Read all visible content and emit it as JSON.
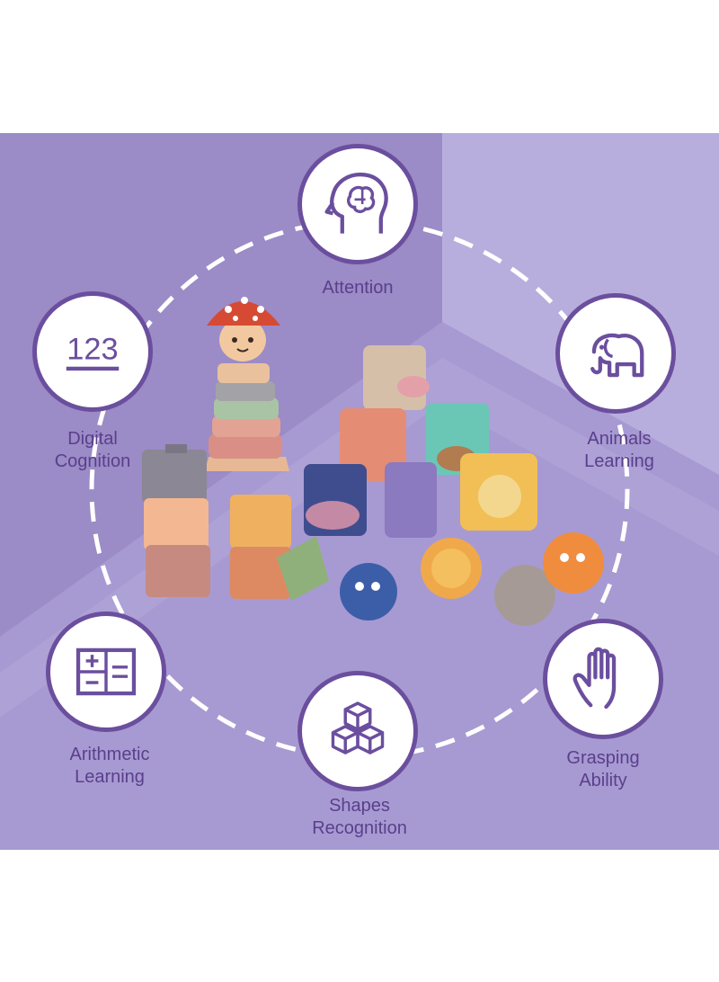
{
  "colors": {
    "badge_border": "#6b4f9e",
    "label_text": "#5a3f8c",
    "wall_left": "#9b8bc6",
    "wall_right": "#b8aedd",
    "floor": "#a79ad2"
  },
  "features": [
    {
      "id": "attention",
      "icon": "head-brain-icon",
      "lines": [
        "Attention"
      ]
    },
    {
      "id": "digital",
      "icon": "numbers-123-icon",
      "number_text": "123",
      "lines": [
        "Digital",
        "Cognition"
      ]
    },
    {
      "id": "animals",
      "icon": "elephant-icon",
      "lines": [
        "Animals",
        "Learning"
      ]
    },
    {
      "id": "arithmetic",
      "icon": "calculator-icon",
      "lines": [
        "Arithmetic",
        "Learning"
      ]
    },
    {
      "id": "grasping",
      "icon": "hand-icon",
      "lines": [
        "Grasping",
        "Ability"
      ]
    },
    {
      "id": "shapes",
      "icon": "cubes-icon",
      "lines": [
        "Shapes",
        "Recognition"
      ]
    }
  ]
}
